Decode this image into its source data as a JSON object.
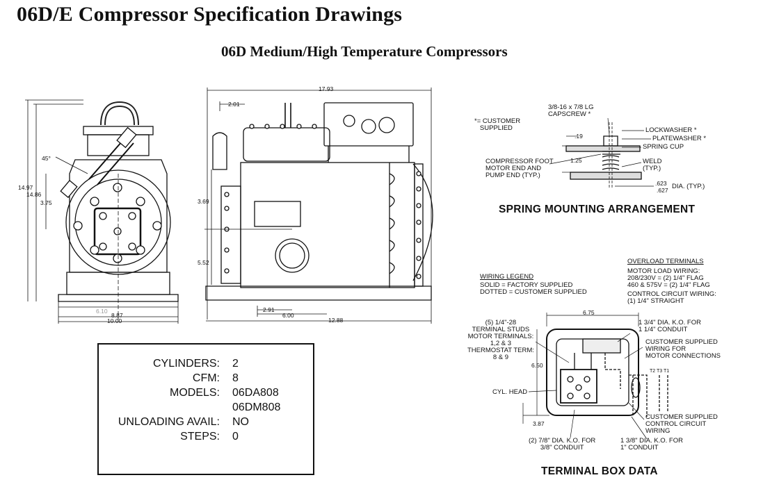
{
  "title": "06D/E Compressor Specification Drawings",
  "subtitle": "06D Medium/High Temperature Compressors",
  "dimensions": {
    "overall_length": "17.93",
    "d_201": "2.01",
    "h_1497": "14.97",
    "h_1486": "14.86",
    "h_375": "3.75",
    "angle_45": "45°",
    "h_369": "3.69",
    "h_552": "5.52",
    "w_610": "6.10",
    "w_887": "8.87",
    "w_1000": "10.00",
    "w_291": "2.91",
    "w_600": "6.00",
    "w_1288": "12.88"
  },
  "specs": [
    {
      "label": "CYLINDERS:",
      "value": "2"
    },
    {
      "label": "CFM:",
      "value": "8"
    },
    {
      "label": "MODELS:",
      "value": "06DA808"
    },
    {
      "label": "",
      "value": "06DM808"
    },
    {
      "label": "UNLOADING AVAIL:",
      "value": "NO"
    },
    {
      "label": "STEPS:",
      "value": "0"
    }
  ],
  "spring": {
    "title": "SPRING MOUNTING ARRANGEMENT",
    "customer_supplied": "*= CUSTOMER\n   SUPPLIED",
    "capscrew": "3/8-16 x 7/8 LG\nCAPSCREW *",
    "lockwasher": "LOCKWASHER *",
    "platewasher": "PLATEWASHER *",
    "spring_cup": "SPRING CUP",
    "weld": "WELD\n(TYP.)",
    "foot": "COMPRESSOR FOOT\nMOTOR END AND\nPUMP END (TYP.)",
    "d19": ".19",
    "d125": "1.25",
    "d623": ".623",
    "d627": ".627",
    "dia_typ": "DIA. (TYP.)"
  },
  "terminal": {
    "title": "TERMINAL BOX DATA",
    "wiring_legend_title": "WIRING LEGEND",
    "wiring_legend": "SOLID = FACTORY SUPPLIED\nDOTTED = CUSTOMER SUPPLIED",
    "overload_title": "OVERLOAD TERMINALS",
    "motor_load": "MOTOR LOAD WIRING:\n208/230V = (2) 1/4\" FLAG\n460 & 575V = (2) 1/4\" FLAG",
    "control_circuit": "CONTROL CIRCUIT WIRING:\n(1) 1/4\" STRAIGHT",
    "studs": "(5) 1/4\"-28\nTERMINAL STUDS\nMOTOR TERMINALS:\n1,2 & 3\nTHERMOSTAT TERM:\n8 & 9",
    "ko_134": "1 3/4\" DIA. K.O. FOR\n1 1/4\" CONDUIT",
    "customer_motor": "CUSTOMER SUPPLIED\nWIRING FOR\nMOTOR CONNECTIONS",
    "t_labels": "T2 T3 T1",
    "cyl_head": "CYL. HEAD",
    "customer_control": "CUSTOMER SUPPLIED\nCONTROL CIRCUIT\nWIRING",
    "ko_78": "(2) 7/8\" DIA. K.O. FOR\n3/8\" CONDUIT",
    "ko_138": "1 3/8\" DIA. K.O. FOR\n1\" CONDUIT",
    "d675": "6.75",
    "d650": "6.50",
    "d387": "3.87"
  }
}
